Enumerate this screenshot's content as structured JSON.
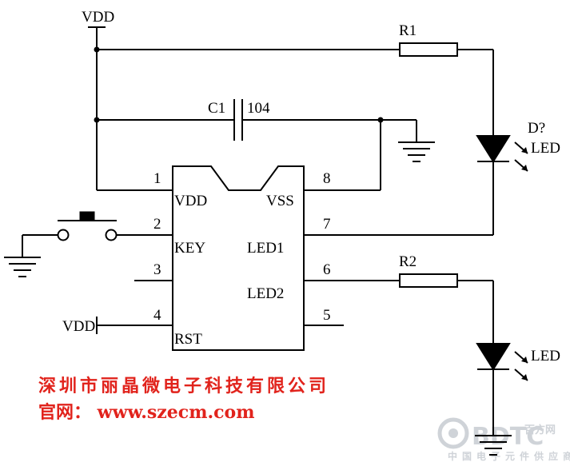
{
  "net_labels": {
    "vdd_top": "VDD",
    "vdd_rst": "VDD"
  },
  "ic": {
    "left_pins": [
      {
        "num": "1",
        "name": "VDD"
      },
      {
        "num": "2",
        "name": "KEY"
      },
      {
        "num": "3",
        "name": ""
      },
      {
        "num": "4",
        "name": "RST"
      }
    ],
    "right_pins": [
      {
        "num": "8",
        "name": "VSS"
      },
      {
        "num": "7",
        "name": "LED1"
      },
      {
        "num": "6",
        "name": "LED2"
      },
      {
        "num": "5",
        "name": ""
      }
    ]
  },
  "components": {
    "r1": "R1",
    "r2": "R2",
    "c1_ref": "C1",
    "c1_value": "104",
    "d1_ref": "D?",
    "d1_label": "LED",
    "d2_label": "LED"
  },
  "footer": {
    "company": "深圳市丽晶微电子科技有限公司",
    "website": "官网： www.szecm.com"
  },
  "watermark": {
    "brand": "BDTC",
    "brand_cn": "百方网",
    "tagline": "中国电子元件供应商"
  }
}
